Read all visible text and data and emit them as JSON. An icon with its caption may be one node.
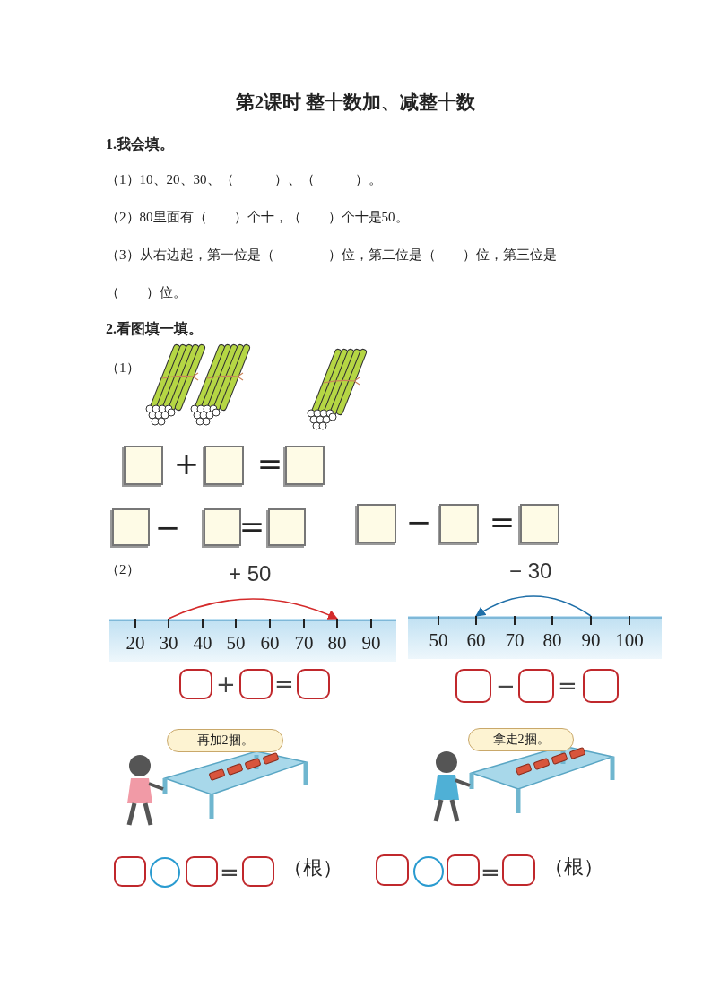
{
  "diagram": {
    "title": "第2课时 整十数加、减整十数",
    "nodes": [
      {
        "text": [
          "20"
        ]
      },
      {
        "text": [
          "30"
        ]
      },
      {
        "text": [
          "40"
        ]
      },
      {
        "text": [
          "50"
        ]
      },
      {
        "text": [
          "60"
        ]
      },
      {
        "text": [
          "70"
        ]
      },
      {
        "text": [
          "80"
        ]
      },
      {
        "text": [
          "90"
        ]
      },
      {
        "text": [
          "50"
        ]
      },
      {
        "text": [
          "60"
        ]
      },
      {
        "text": [
          "70"
        ]
      },
      {
        "text": [
          "80"
        ]
      },
      {
        "text": [
          "90"
        ]
      },
      {
        "text": [
          "100"
        ]
      },
      {
        "text": [
          "再加2捆。"
        ]
      },
      {
        "text": [
          "拿走2捆。"
        ]
      }
    ],
    "edges": [
      {
        "from": 1,
        "to": 6,
        "arrow": "to",
        "label": "+ 50",
        "color": "#d42a2a"
      },
      {
        "from": 12,
        "to": 9,
        "arrow": "to",
        "label": "− 30",
        "color": "#1f6fa8"
      }
    ],
    "labels": [
      "1.我会填。",
      "（1）10、20、30、（　　　）、（　　　）。",
      "（2）80里面有（　　）个十，（　　）个十是50。",
      "（3）从右边起，第一位是（　　　　）位，第二位是（　　）位，第三位是（　　）位。",
      "2.看图填一填。",
      "（1）",
      "+",
      "=",
      "−",
      "=",
      "−",
      "=",
      "（2）",
      "+",
      "=",
      "−",
      "=",
      "=",
      "（根）",
      "=",
      "（根）"
    ]
  }
}
